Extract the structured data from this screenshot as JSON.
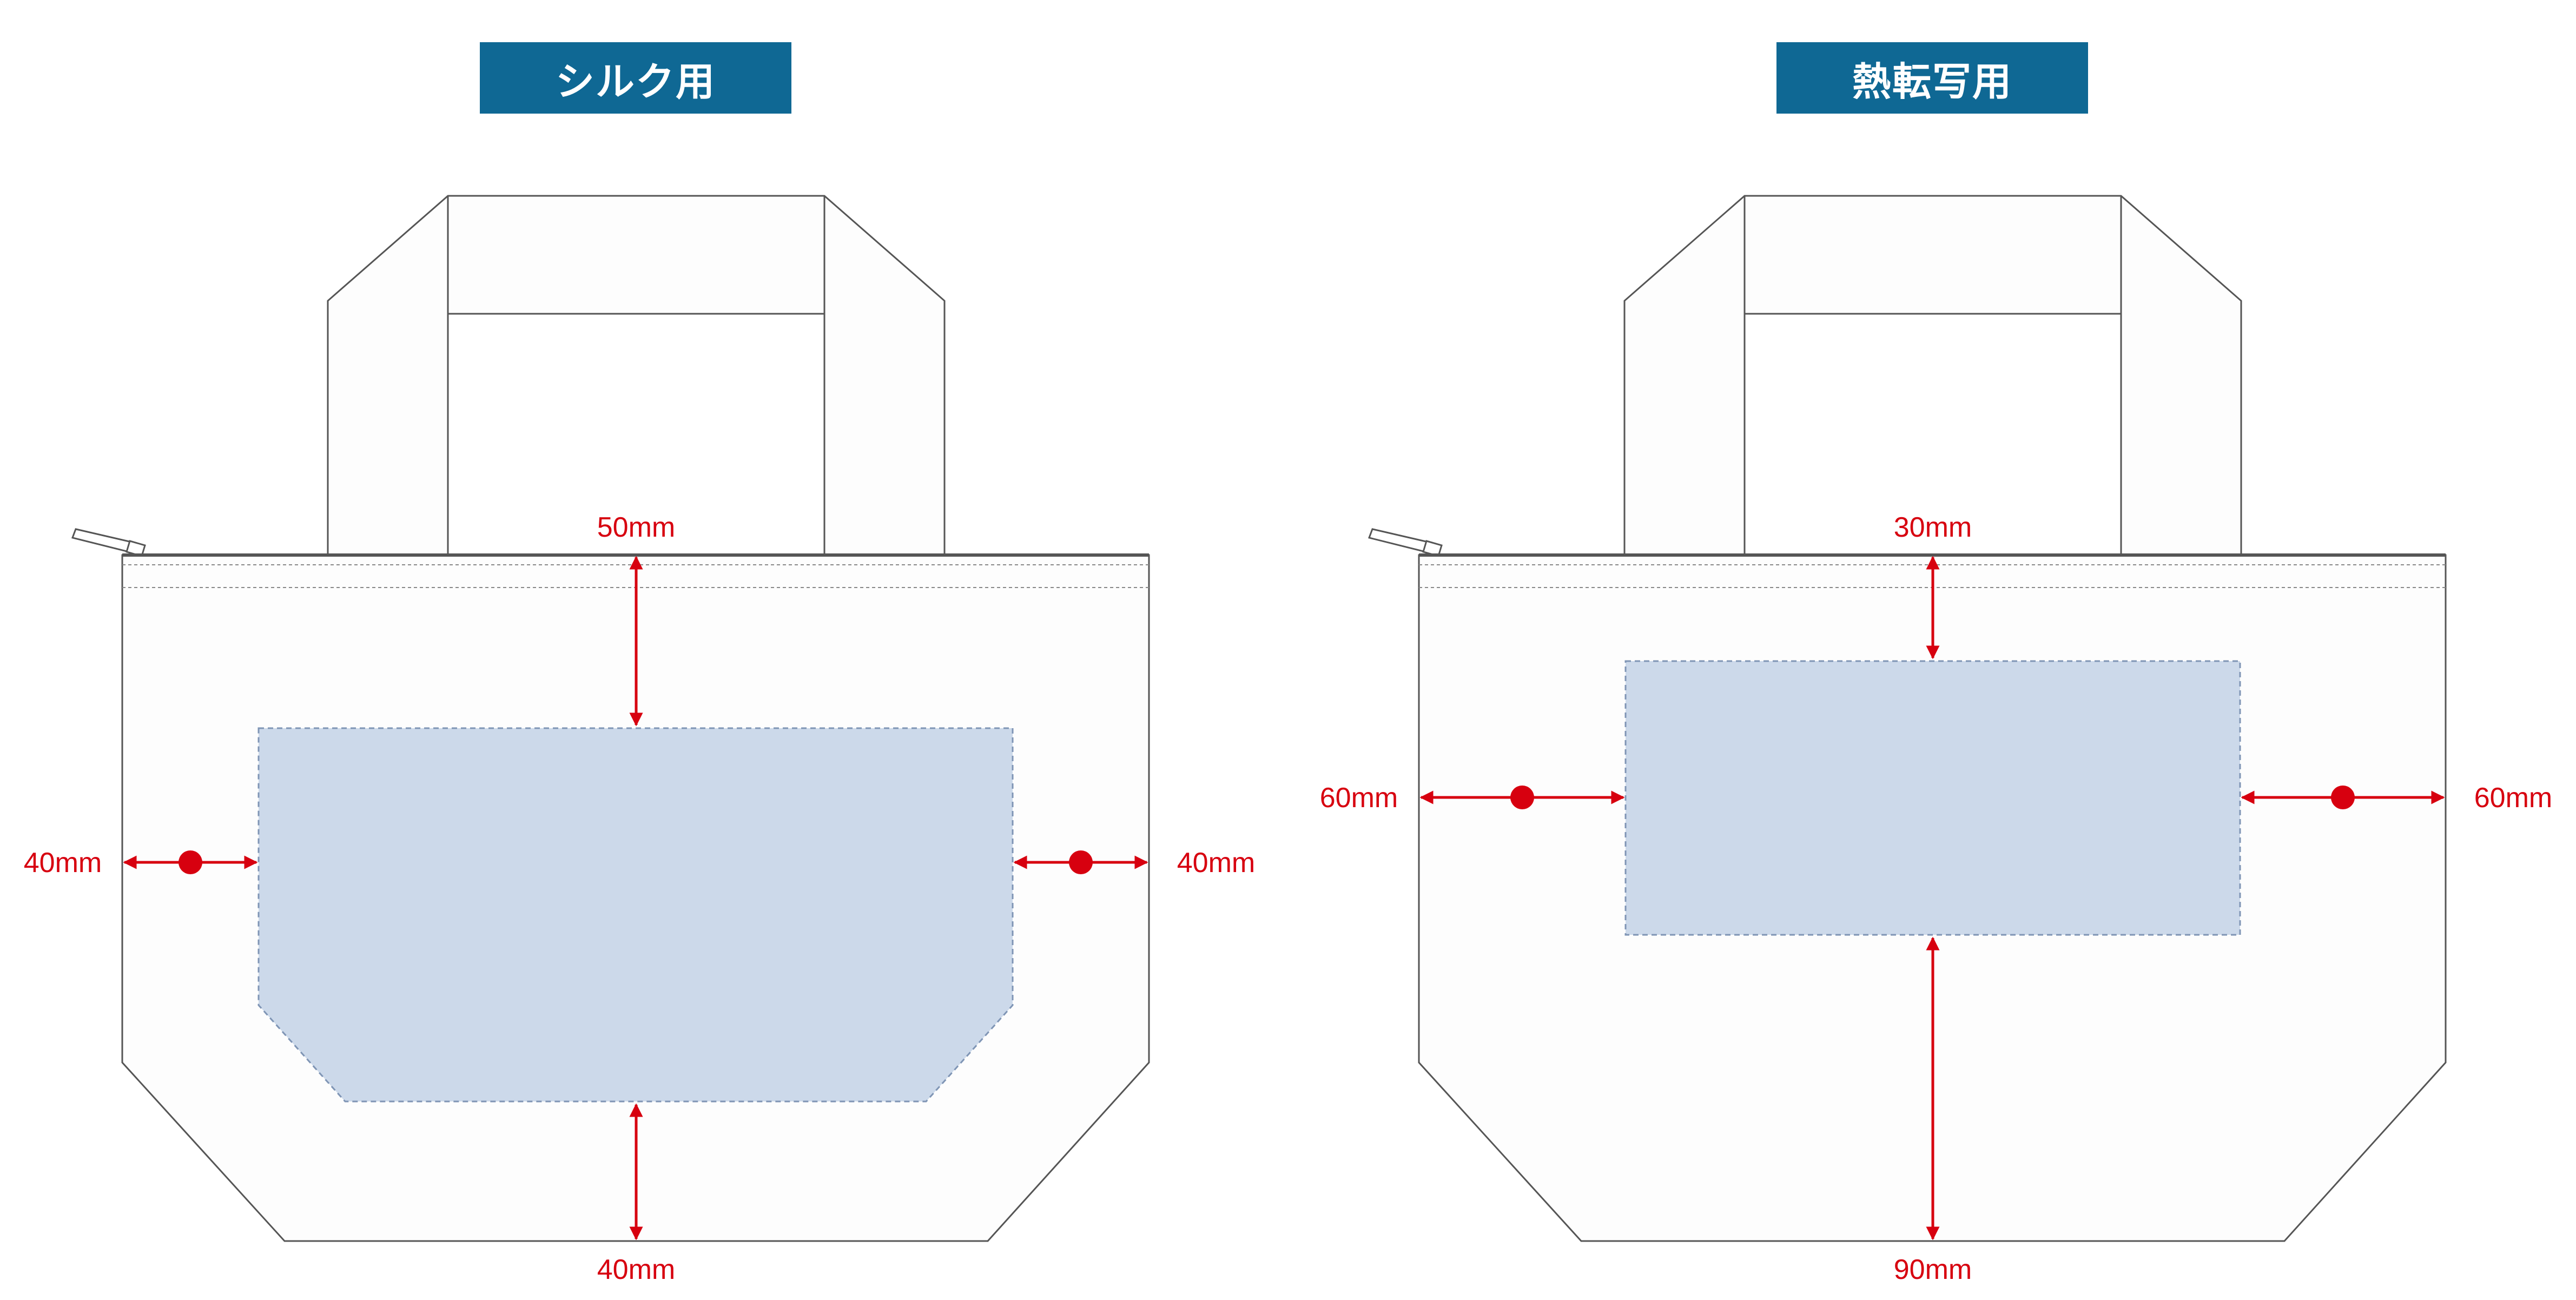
{
  "panels": [
    {
      "title": "シルク用",
      "dims": {
        "top": "50mm",
        "left": "40mm",
        "right": "40mm",
        "bottom": "40mm"
      }
    },
    {
      "title": "熱転写用",
      "dims": {
        "top": "30mm",
        "left": "60mm",
        "right": "60mm",
        "bottom": "90mm"
      }
    }
  ],
  "colors": {
    "title_bg": "#0f6894",
    "print_area": "#ccd9ea",
    "dimension": "#d7000f",
    "outline": "#555555"
  }
}
